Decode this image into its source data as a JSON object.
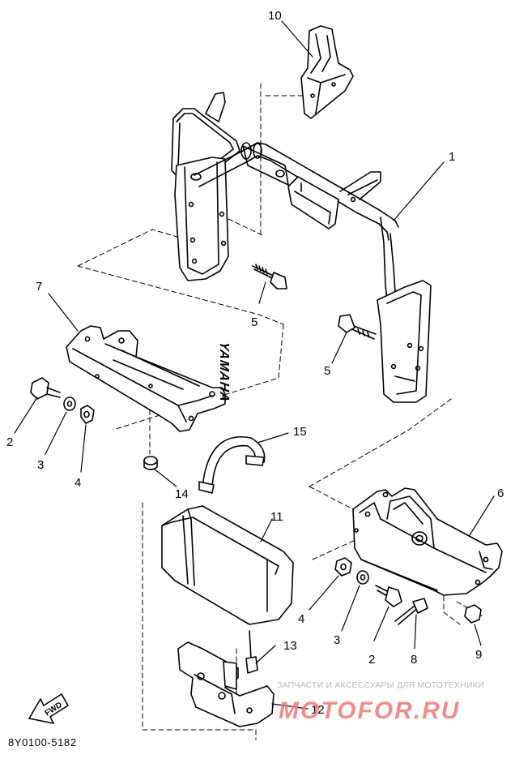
{
  "diagram": {
    "callouts": [
      {
        "id": "c10",
        "label": "10"
      },
      {
        "id": "c1",
        "label": "1"
      },
      {
        "id": "c7",
        "label": "7"
      },
      {
        "id": "c5a",
        "label": "5"
      },
      {
        "id": "c5b",
        "label": "5"
      },
      {
        "id": "c2a",
        "label": "2"
      },
      {
        "id": "c3a",
        "label": "3"
      },
      {
        "id": "c4a",
        "label": "4"
      },
      {
        "id": "c14",
        "label": "14"
      },
      {
        "id": "c15",
        "label": "15"
      },
      {
        "id": "c6",
        "label": "6"
      },
      {
        "id": "c11",
        "label": "11"
      },
      {
        "id": "c4b",
        "label": "4"
      },
      {
        "id": "c3b",
        "label": "3"
      },
      {
        "id": "c2b",
        "label": "2"
      },
      {
        "id": "c8",
        "label": "8"
      },
      {
        "id": "c9",
        "label": "9"
      },
      {
        "id": "c13",
        "label": "13"
      },
      {
        "id": "c12",
        "label": "12"
      }
    ],
    "brand_on_box": "YAMAHA",
    "fwd_label": "FWD",
    "part_code": "8Y0100-5182",
    "watermark": {
      "tagline": "ЗАПЧАСТИ И АКСЕССУАРЫ ДЛЯ МОТОТЕХНИКИ",
      "site": "MOTOFOR.RU"
    }
  }
}
